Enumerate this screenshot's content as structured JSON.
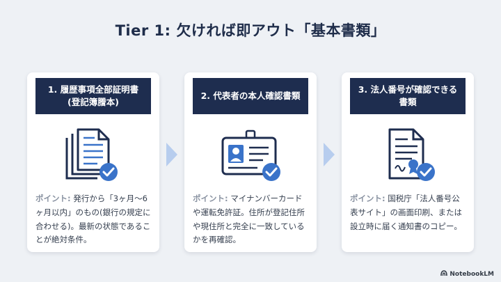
{
  "title": "Tier 1: 欠ければ即アウト「基本書類」",
  "cards": [
    {
      "header_line1": "1. 履歴事項全部証明書",
      "header_line2": "(登記簿謄本)",
      "icon": "document-stack-check-icon",
      "point_label": "ポイント:",
      "point_text": "発行から「3ヶ月〜6ヶ月以内」のもの(銀行の規定に合わせる)。最新の状態であることが絶対条件。"
    },
    {
      "header_line1": "2. 代表者の本人確認書類",
      "header_line2": "",
      "icon": "id-card-check-icon",
      "point_label": "ポイント:",
      "point_text": "マイナンバーカードや運転免許証。住所が登記住所や現住所と完全に一致しているかを再確認。"
    },
    {
      "header_line1": "3. 法人番号が確認できる",
      "header_line2": "書類",
      "icon": "certificate-check-icon",
      "point_label": "ポイント:",
      "point_text": "国税庁「法人番号公表サイト」の画面印刷、または設立時に届く通知書のコピー。"
    }
  ],
  "brand": {
    "name": "NotebookLM",
    "icon": "notebooklm-logo-icon"
  },
  "colors": {
    "navy": "#1e2d4f",
    "accent_blue": "#3a73c9",
    "arrow": "#b7cdee",
    "background": "#eef1f5"
  }
}
